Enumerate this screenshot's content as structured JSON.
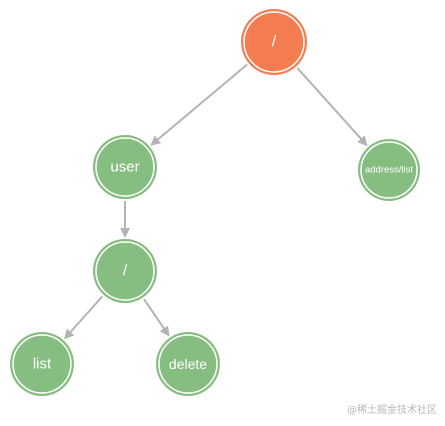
{
  "diagram": {
    "type": "tree",
    "nodes": [
      {
        "id": "root",
        "label": "/",
        "color": "#f47c51"
      },
      {
        "id": "user",
        "label": "user",
        "color": "#86bd81"
      },
      {
        "id": "address",
        "label": "address/list",
        "color": "#86bd81"
      },
      {
        "id": "user-root",
        "label": "/",
        "color": "#86bd81"
      },
      {
        "id": "list",
        "label": "list",
        "color": "#86bd81"
      },
      {
        "id": "delete",
        "label": "delete",
        "color": "#86bd81"
      }
    ],
    "edges": [
      {
        "from": "root",
        "to": "user"
      },
      {
        "from": "root",
        "to": "address"
      },
      {
        "from": "user",
        "to": "user-root"
      },
      {
        "from": "user-root",
        "to": "list"
      },
      {
        "from": "user-root",
        "to": "delete"
      }
    ],
    "edge_color": "#b3b3b3"
  },
  "watermark": "@稀土掘金技术社区"
}
